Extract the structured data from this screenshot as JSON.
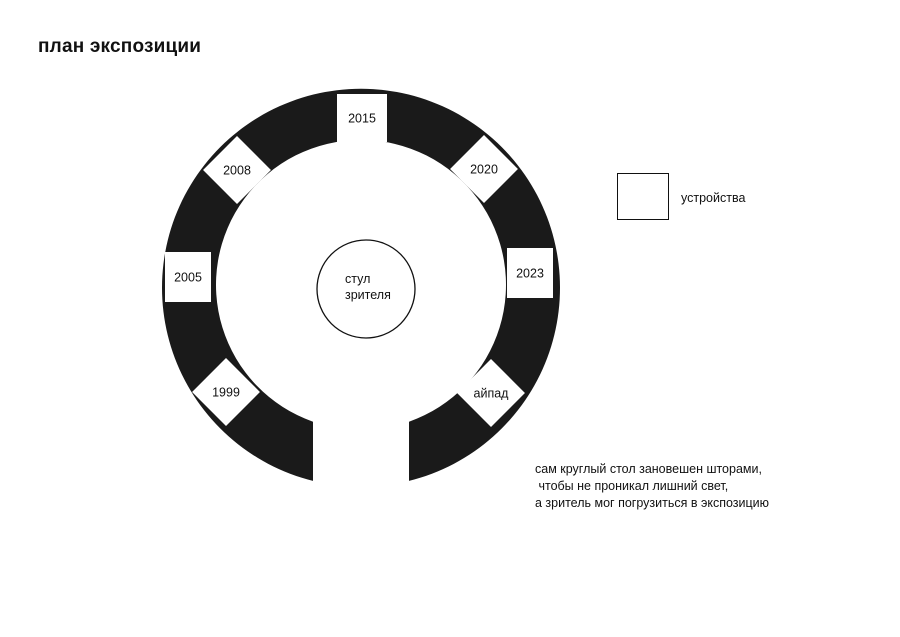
{
  "title": "план экспозиции",
  "chair": {
    "line1": "стул",
    "line2": "зрителя"
  },
  "devices": [
    {
      "label": "1999"
    },
    {
      "label": "2005"
    },
    {
      "label": "2008"
    },
    {
      "label": "2015"
    },
    {
      "label": "2020"
    },
    {
      "label": "2023"
    },
    {
      "label": "айпад"
    }
  ],
  "legend": {
    "label": "устройства"
  },
  "note": {
    "line1": "сам круглый стол зановешен шторами,",
    "line2": " чтобы не проникал лишний свет,",
    "line3": "а зритель мог погрузиться в экспозицию"
  },
  "colors": {
    "ring": "#1a1a1a",
    "background": "#ffffff",
    "outline": "#111111"
  }
}
